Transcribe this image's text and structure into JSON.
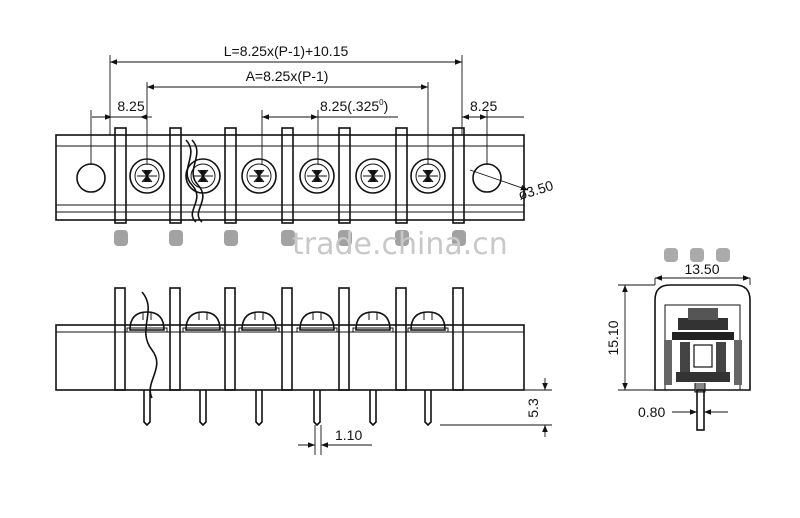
{
  "dimensions": {
    "total_length": "L=8.25x(P-1)+10.15",
    "pitch_span": "A=8.25x(P-1)",
    "pitch_left": "8.25",
    "pitch_inch": "8.25(.325",
    "pitch_inch_sup": "0",
    "end_pitch": "8.25",
    "hole_dia": "ø3.50",
    "width": "13.50",
    "height": "15.10",
    "pin_thickness": "0.80",
    "pin_length": "5.3",
    "pin_width": "1.10"
  },
  "watermark": "trade.china.cn"
}
